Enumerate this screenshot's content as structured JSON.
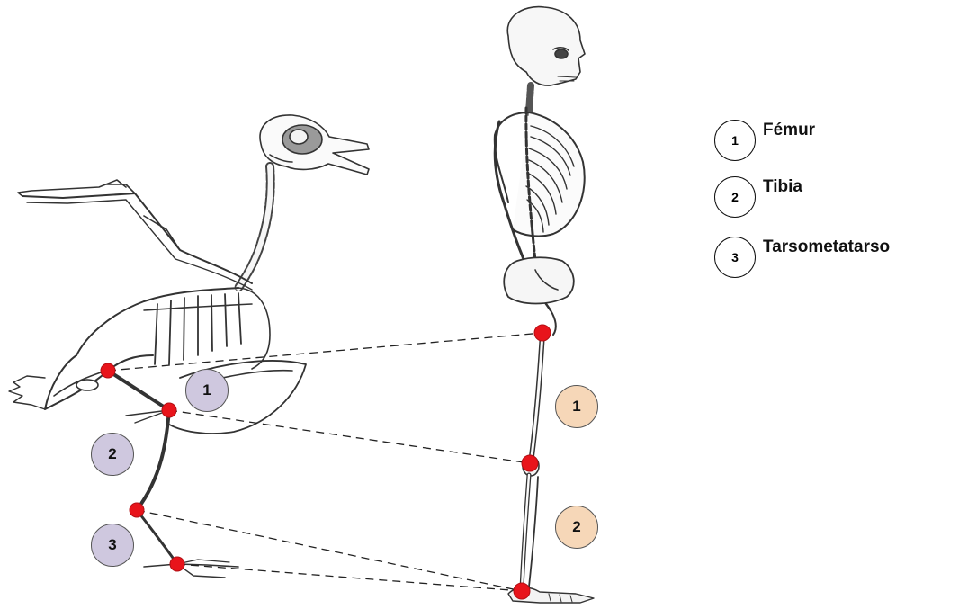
{
  "legend": [
    {
      "number": "1",
      "label": "Fémur"
    },
    {
      "number": "2",
      "label": "Tibia"
    },
    {
      "number": "3",
      "label": "Tarsometatarso"
    }
  ],
  "bird_badges": [
    "1",
    "2",
    "3"
  ],
  "human_badges": [
    "1",
    "2"
  ],
  "colors": {
    "joint_marker": "#e8141b",
    "bird_badge_fill": "#cfc8df",
    "human_badge_fill": "#f6d7b8",
    "sketch_line": "#333333"
  },
  "icons": {
    "bird": "bird-skeleton-illustration",
    "human": "human-skeleton-illustration"
  }
}
